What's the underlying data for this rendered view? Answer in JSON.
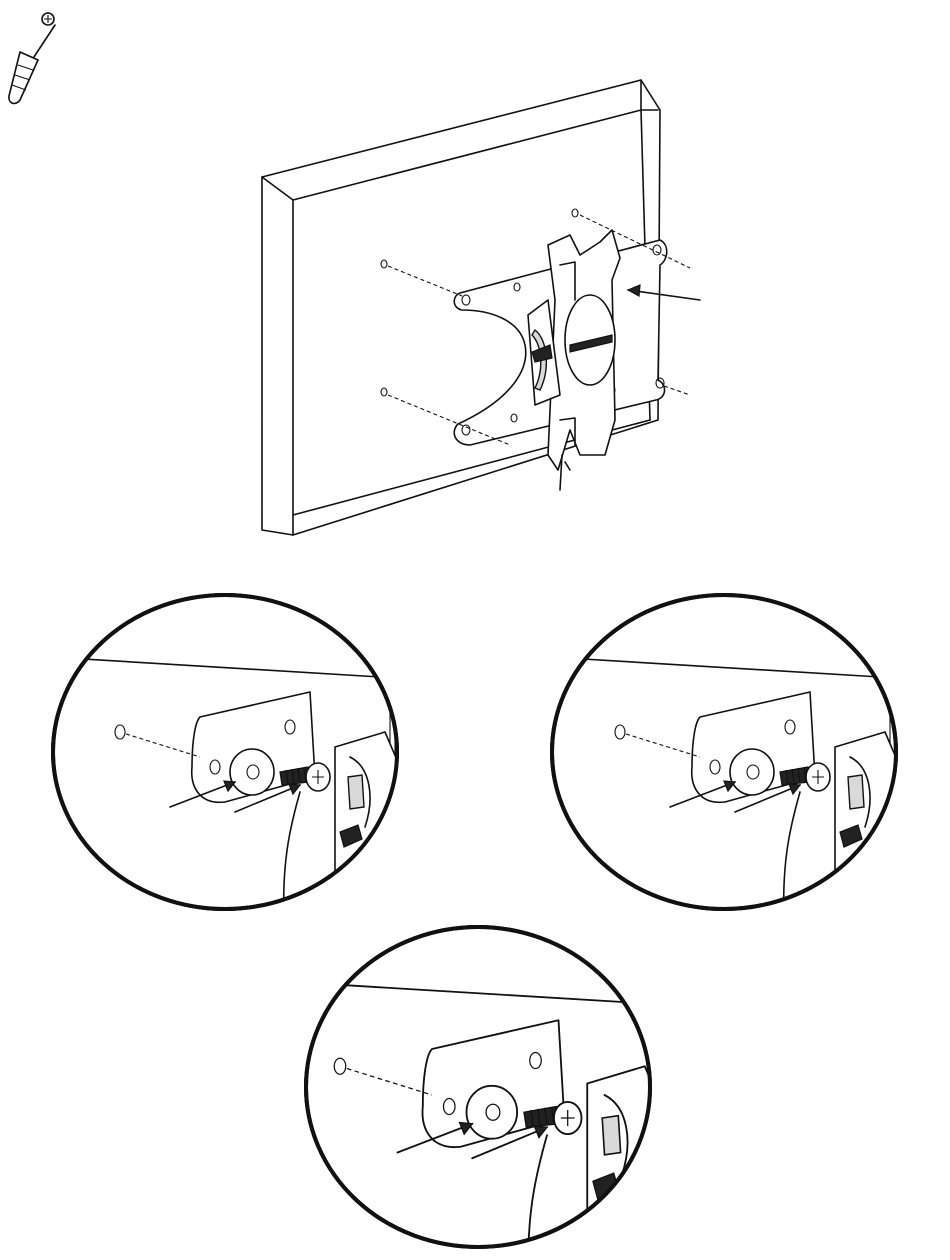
{
  "figure": {
    "tool": "phillips-screwdriver-icon",
    "main_view": "display-with-mount-plate",
    "detail_views": [
      "detail-a",
      "detail-b",
      "detail-c"
    ],
    "colors": {
      "line": "#111111",
      "background": "#ffffff",
      "shade": "#d9d9d9"
    }
  }
}
